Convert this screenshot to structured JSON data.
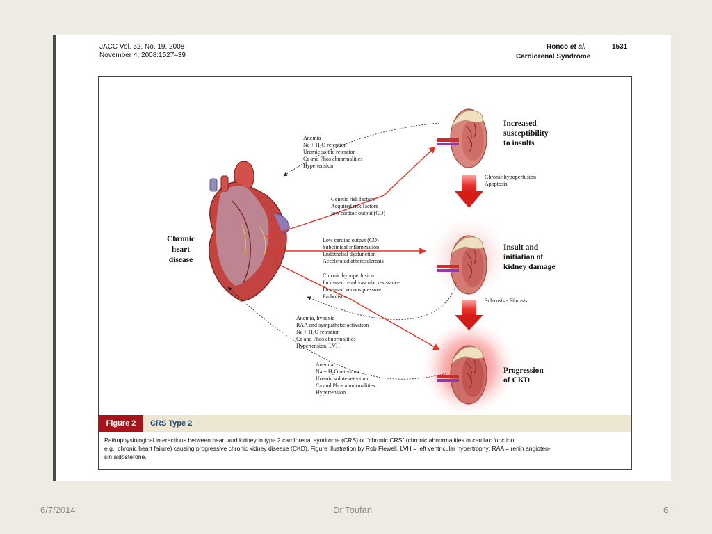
{
  "header": {
    "journal_line1": "JACC Vol. 52, No. 19, 2008",
    "journal_line2": "November 4, 2008:1527–39",
    "author_name": "Ronco",
    "author_suffix": "et al.",
    "page_number": "1531",
    "running_title": "Cardiorenal Syndrome"
  },
  "diagram": {
    "heart_label": [
      "Chronic",
      "heart",
      "disease"
    ],
    "kidney_labels": {
      "top": [
        "Increased",
        "susceptibility",
        "to insults"
      ],
      "middle": [
        "Insult and",
        "initiation of",
        "kidney damage"
      ],
      "bottom": [
        "Progression",
        "of CKD"
      ]
    },
    "arrow_labels": {
      "first": [
        "Chronic hypoperfusion",
        "Apoptosis"
      ],
      "second": "Sclerosis - Fibrosis"
    },
    "lists": {
      "top_back": [
        "Anemia",
        "Na + H₂O retention",
        "Uremic solute retention",
        "Ca and Phos abnormalities",
        "Hypertension"
      ],
      "genetic": [
        "Genetic risk factors",
        "Acquired risk factors",
        "low cardiac output (CO)"
      ],
      "middle": [
        "Low cardiac output (CO)",
        "Subclinical inflammation",
        "Endothelial dysfunction",
        "Accelerated atherosclerosis"
      ],
      "hypoperfusion": [
        "Chronic hypoperfusion",
        "Increased renal vascular resistance",
        "Increased venous pressure",
        "Embolism"
      ],
      "middle_back": [
        "Anemia, hypoxia",
        "RAA and sympathetic activation",
        "Na + H₂O retention",
        "Ca and Phos abnormalities",
        "Hypertension, LVH"
      ],
      "bottom_back": [
        "Anemia",
        "Na + H₂O retention",
        "Uremic solute retention",
        "Ca and Phos abnormalities",
        "Hypertension"
      ]
    }
  },
  "caption": {
    "figure_tag": "Figure 2",
    "title": "CRS Type 2",
    "line1": "Pathophysiological interactions between heart and kidney in type 2 cardiorenal syndrome (CRS) or “chronic CRS” (chronic abnormalities in cardiac function,",
    "line2": "e.g., chronic heart failure) causing progressive chronic kidney disease (CKD). Figure illustration by Rob Flewell. LVH = left ventricular hypertrophy; RAA = renin angioten-",
    "line3": "sin aldosterone."
  },
  "footer": {
    "date": "6/7/2014",
    "presenter": "Dr Toufan",
    "slide_number": "6"
  },
  "colors": {
    "accent_red": "#e53124",
    "caption_tag": "#a3151b",
    "caption_title": "#1b4f8a",
    "background": "#eeebe2"
  }
}
